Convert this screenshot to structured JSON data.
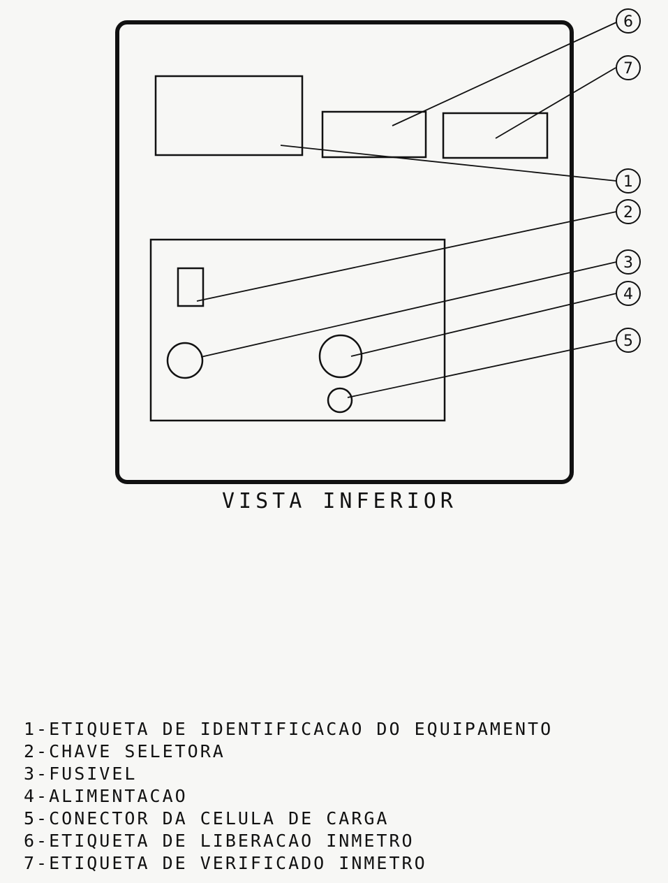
{
  "view_title": "VISTA INFERIOR",
  "callouts": [
    "1",
    "2",
    "3",
    "4",
    "5",
    "6",
    "7"
  ],
  "legend": [
    "1-ETIQUETA DE IDENTIFICACAO DO EQUIPAMENTO",
    "2-CHAVE SELETORA",
    "3-FUSIVEL",
    "4-ALIMENTACAO",
    "5-CONECTOR DA CELULA DE CARGA",
    "6-ETIQUETA DE LIBERACAO INMETRO",
    "7-ETIQUETA DE VERIFICADO INMETRO"
  ]
}
